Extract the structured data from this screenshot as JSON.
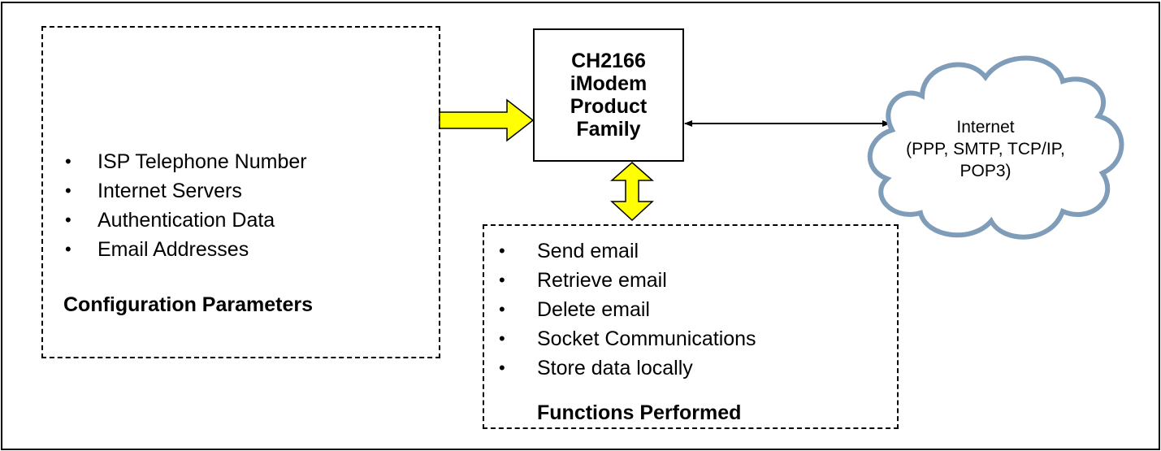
{
  "core": {
    "title_lines": [
      "CH2166",
      "iModem",
      "Product",
      "Family"
    ]
  },
  "config": {
    "items": [
      "ISP Telephone Number",
      "Internet Servers",
      "Authentication Data",
      "Email Addresses"
    ],
    "caption": "Configuration Parameters"
  },
  "functions": {
    "items": [
      "Send email",
      "Retrieve email",
      "Delete email",
      "Socket Communications",
      "Store data locally"
    ],
    "caption": "Functions Performed"
  },
  "internet": {
    "lines": [
      "Internet",
      "(PPP, SMTP, TCP/IP,",
      "POP3)"
    ]
  },
  "colors": {
    "arrow_fill": "#ffff00",
    "cloud_stroke": "#7f9db9"
  }
}
